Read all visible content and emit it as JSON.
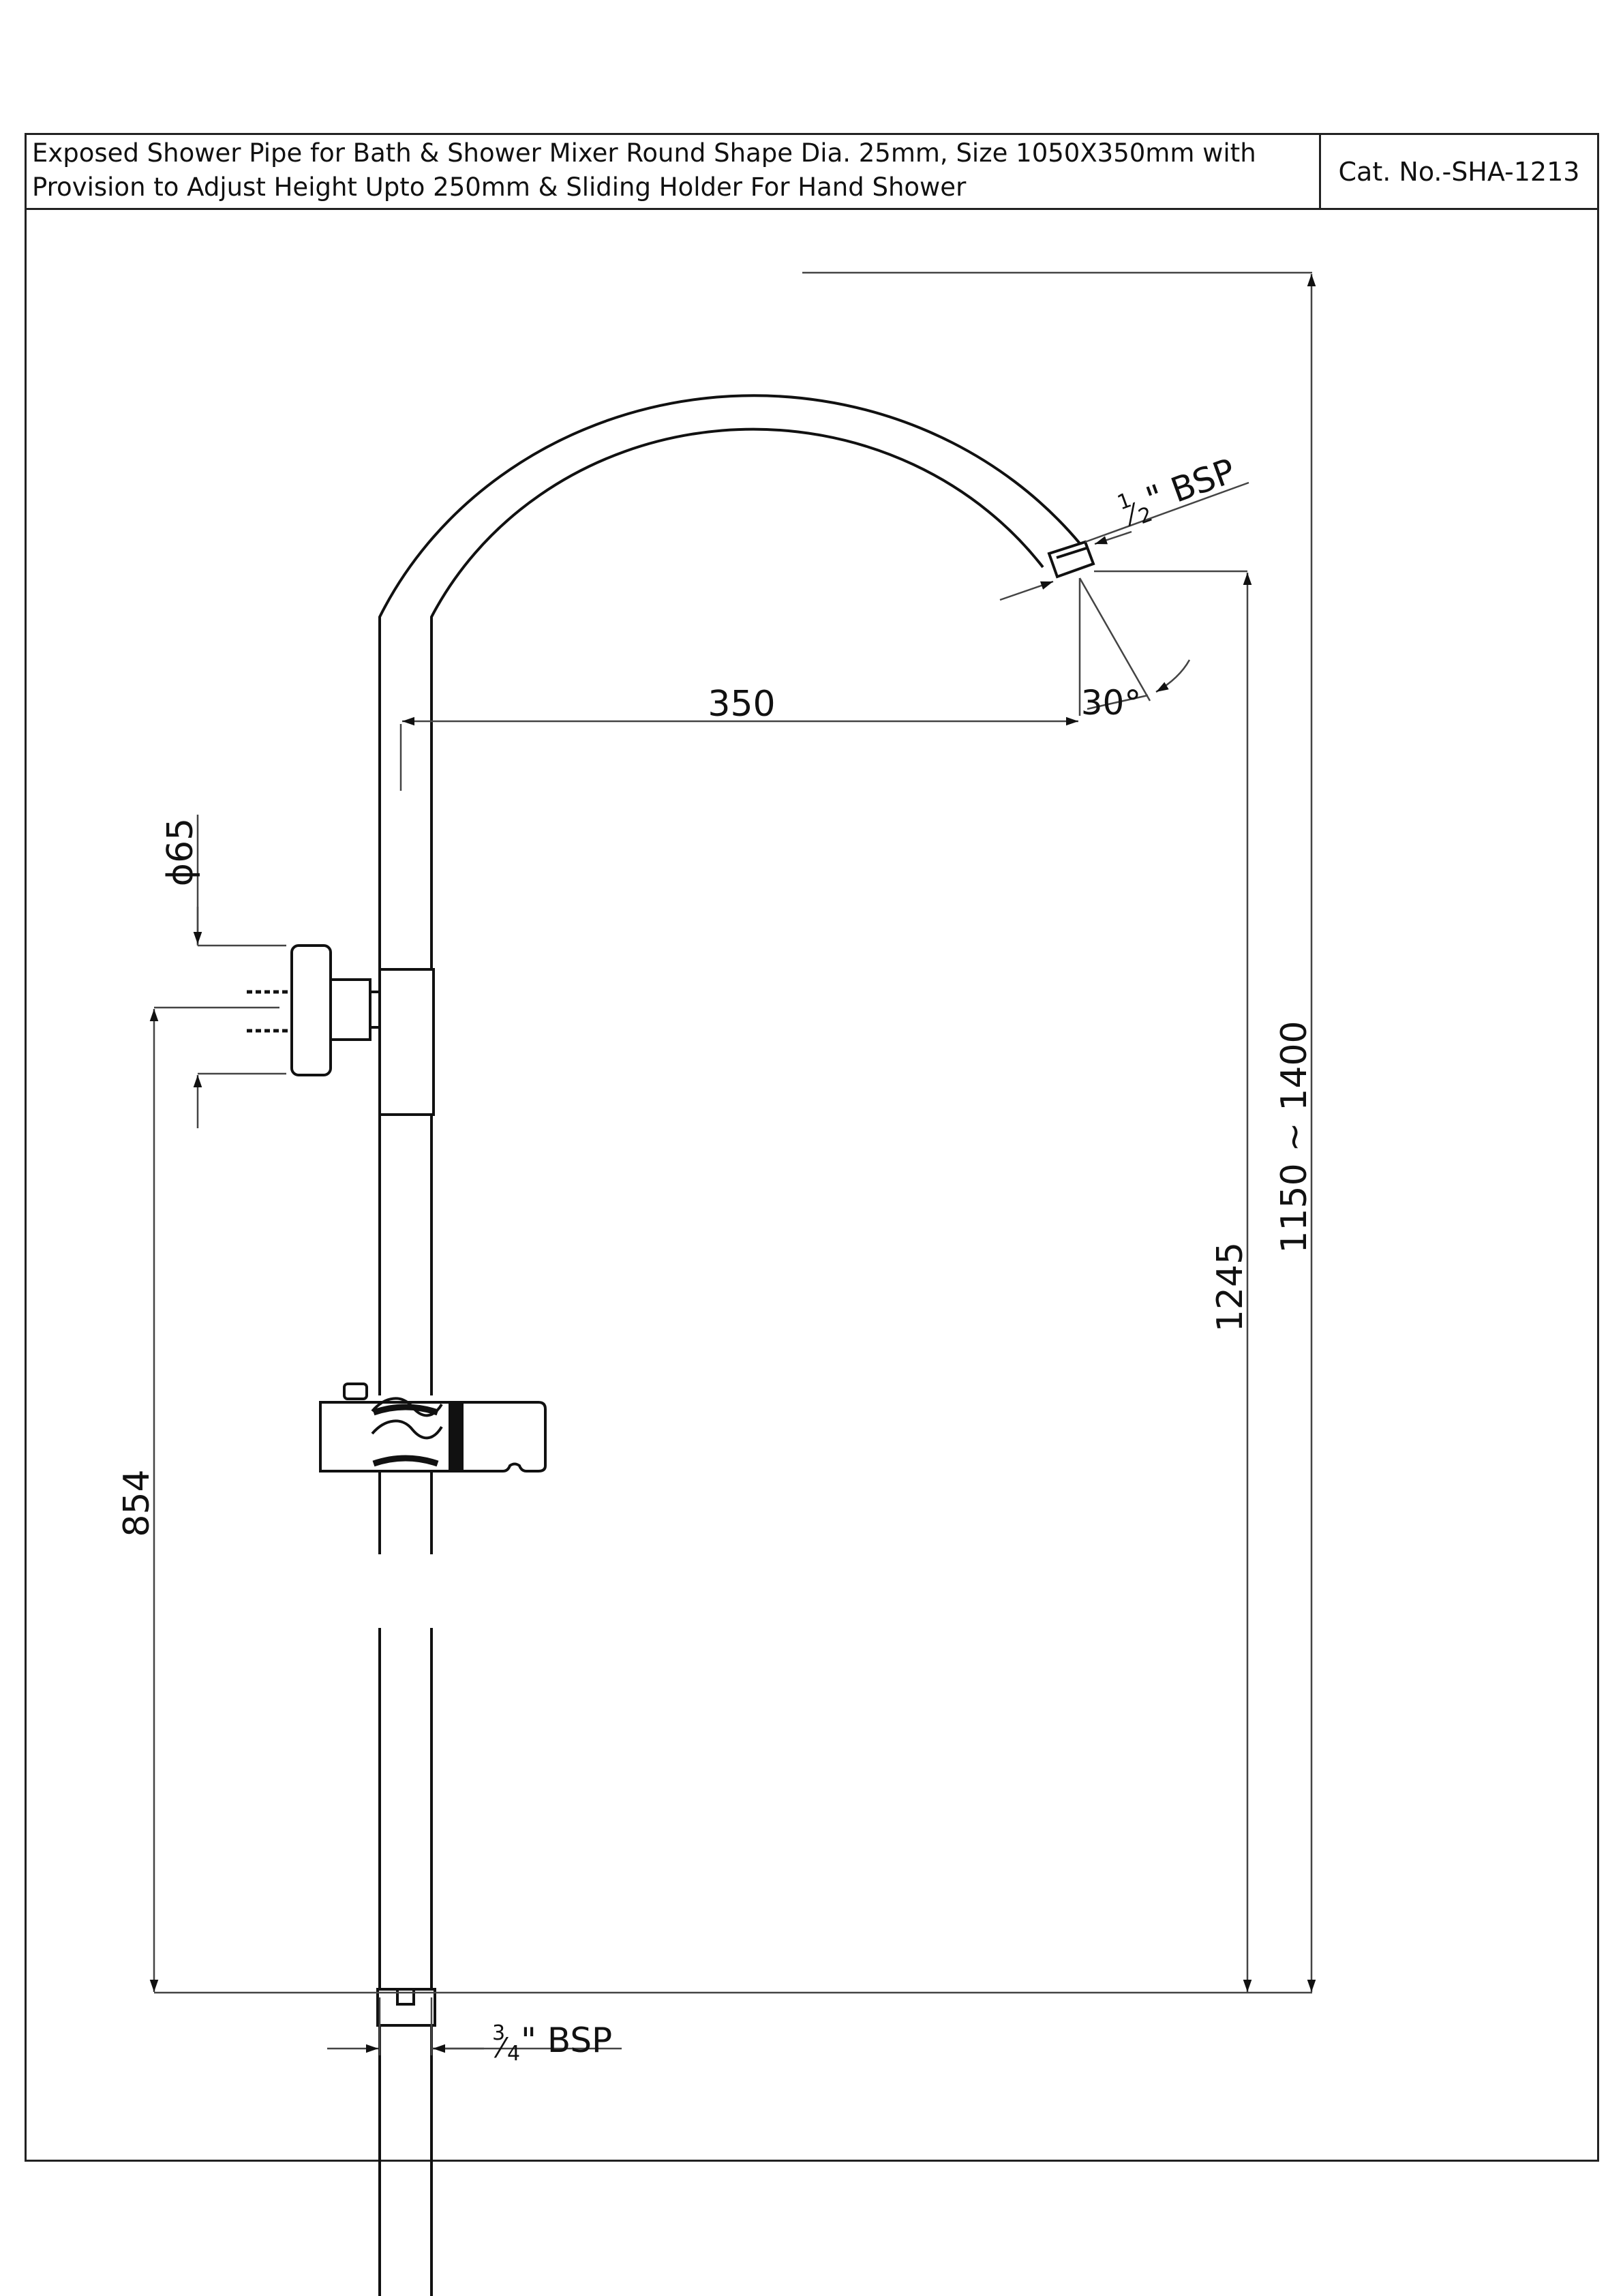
{
  "title_block": {
    "description_line1": "Exposed Shower Pipe for Bath & Shower Mixer Round Shape Dia. 25mm, Size 1050X350mm with",
    "description_line2": "Provision to Adjust Height Upto 250mm & Sliding Holder For Hand Shower",
    "catalog_number": "Cat. No.-SHA-1213"
  },
  "dimensions": {
    "outlet_thread": {
      "fraction_num": "1",
      "fraction_den": "2",
      "suffix": "\" BSP"
    },
    "horizontal_reach": "350",
    "outlet_angle": "30°",
    "flange_diameter": "ϕ65",
    "bracket_height": "854",
    "outlet_height": "1245",
    "overall_height": "1150 ~ 1400",
    "inlet_thread": {
      "fraction_num": "3",
      "fraction_den": "4",
      "suffix": "\" BSP"
    }
  },
  "colors": {
    "line": "#111111",
    "dimension_line": "#444444",
    "background": "#ffffff"
  }
}
